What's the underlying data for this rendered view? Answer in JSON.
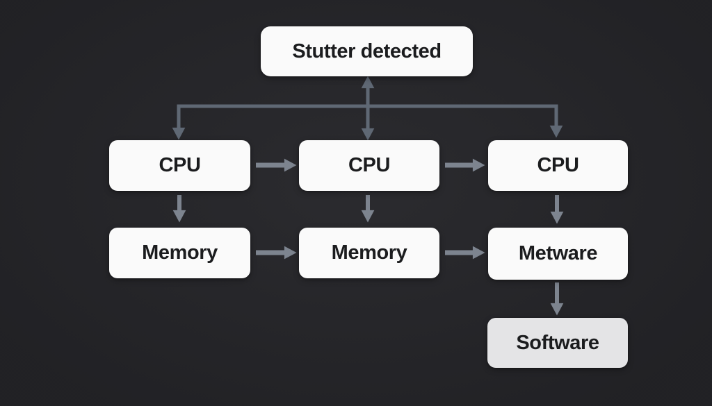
{
  "colors": {
    "background": "#26262a",
    "node-fill": "#fafafa",
    "node-fill-muted": "#e4e4e6",
    "node-text": "#1b1c1e",
    "arrow-color": "#7d848f",
    "connector-color": "#5f6874"
  },
  "diagram": {
    "nodes": {
      "root": {
        "label": "Stutter detected"
      },
      "cpu1": {
        "label": "CPU"
      },
      "cpu2": {
        "label": "CPU"
      },
      "cpu3": {
        "label": "CPU"
      },
      "memory1": {
        "label": "Memory"
      },
      "memory2": {
        "label": "Memory"
      },
      "metware": {
        "label": "Metware"
      },
      "software": {
        "label": "Software"
      }
    },
    "edges": [
      {
        "from": "root",
        "to": "cpu1",
        "type": "elbow-down"
      },
      {
        "from": "root",
        "to": "cpu2",
        "type": "double-headed-vertical"
      },
      {
        "from": "root",
        "to": "cpu3",
        "type": "elbow-down"
      },
      {
        "from": "cpu1",
        "to": "cpu2",
        "type": "arrow-right"
      },
      {
        "from": "cpu2",
        "to": "cpu3",
        "type": "arrow-right"
      },
      {
        "from": "memory1",
        "to": "memory2",
        "type": "arrow-right"
      },
      {
        "from": "memory2",
        "to": "metware",
        "type": "arrow-right"
      },
      {
        "from": "cpu1",
        "to": "memory1",
        "type": "arrow-down"
      },
      {
        "from": "cpu2",
        "to": "memory2",
        "type": "arrow-down"
      },
      {
        "from": "cpu3",
        "to": "metware",
        "type": "arrow-down"
      },
      {
        "from": "metware",
        "to": "software",
        "type": "arrow-down"
      }
    ]
  }
}
